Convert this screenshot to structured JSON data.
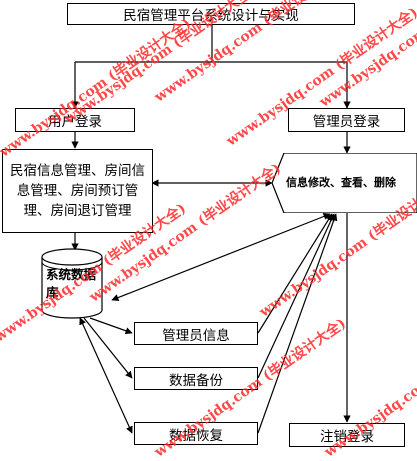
{
  "title": "民宿管理平台系统设计与实现",
  "nodes": {
    "user_login": "用户登录",
    "admin_login": "管理员登录",
    "user_functions": "民宿信息管理、房间信息管理、房间预订管理、房间退订管理",
    "admin_functions": "信息修改、查看、删除",
    "database": "系统数据库",
    "admin_info": "管理员信息",
    "data_backup": "数据备份",
    "data_restore": "数据恢复",
    "logout": "注销登录"
  },
  "watermark": "www.bysjdq.com (毕业设计大全)",
  "colors": {
    "line": "#000000",
    "box_border": "#000000",
    "watermark": "#ff2a2a"
  }
}
